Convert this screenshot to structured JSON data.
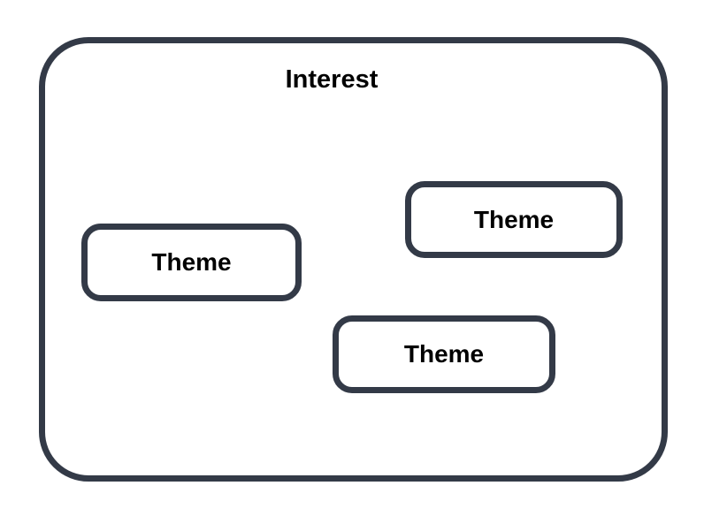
{
  "diagram": {
    "container": {
      "label": "Interest"
    },
    "nodes": [
      {
        "label": "Theme"
      },
      {
        "label": "Theme"
      },
      {
        "label": "Theme"
      }
    ],
    "colors": {
      "border": "#333a47",
      "background": "#ffffff",
      "text": "#000000"
    }
  }
}
